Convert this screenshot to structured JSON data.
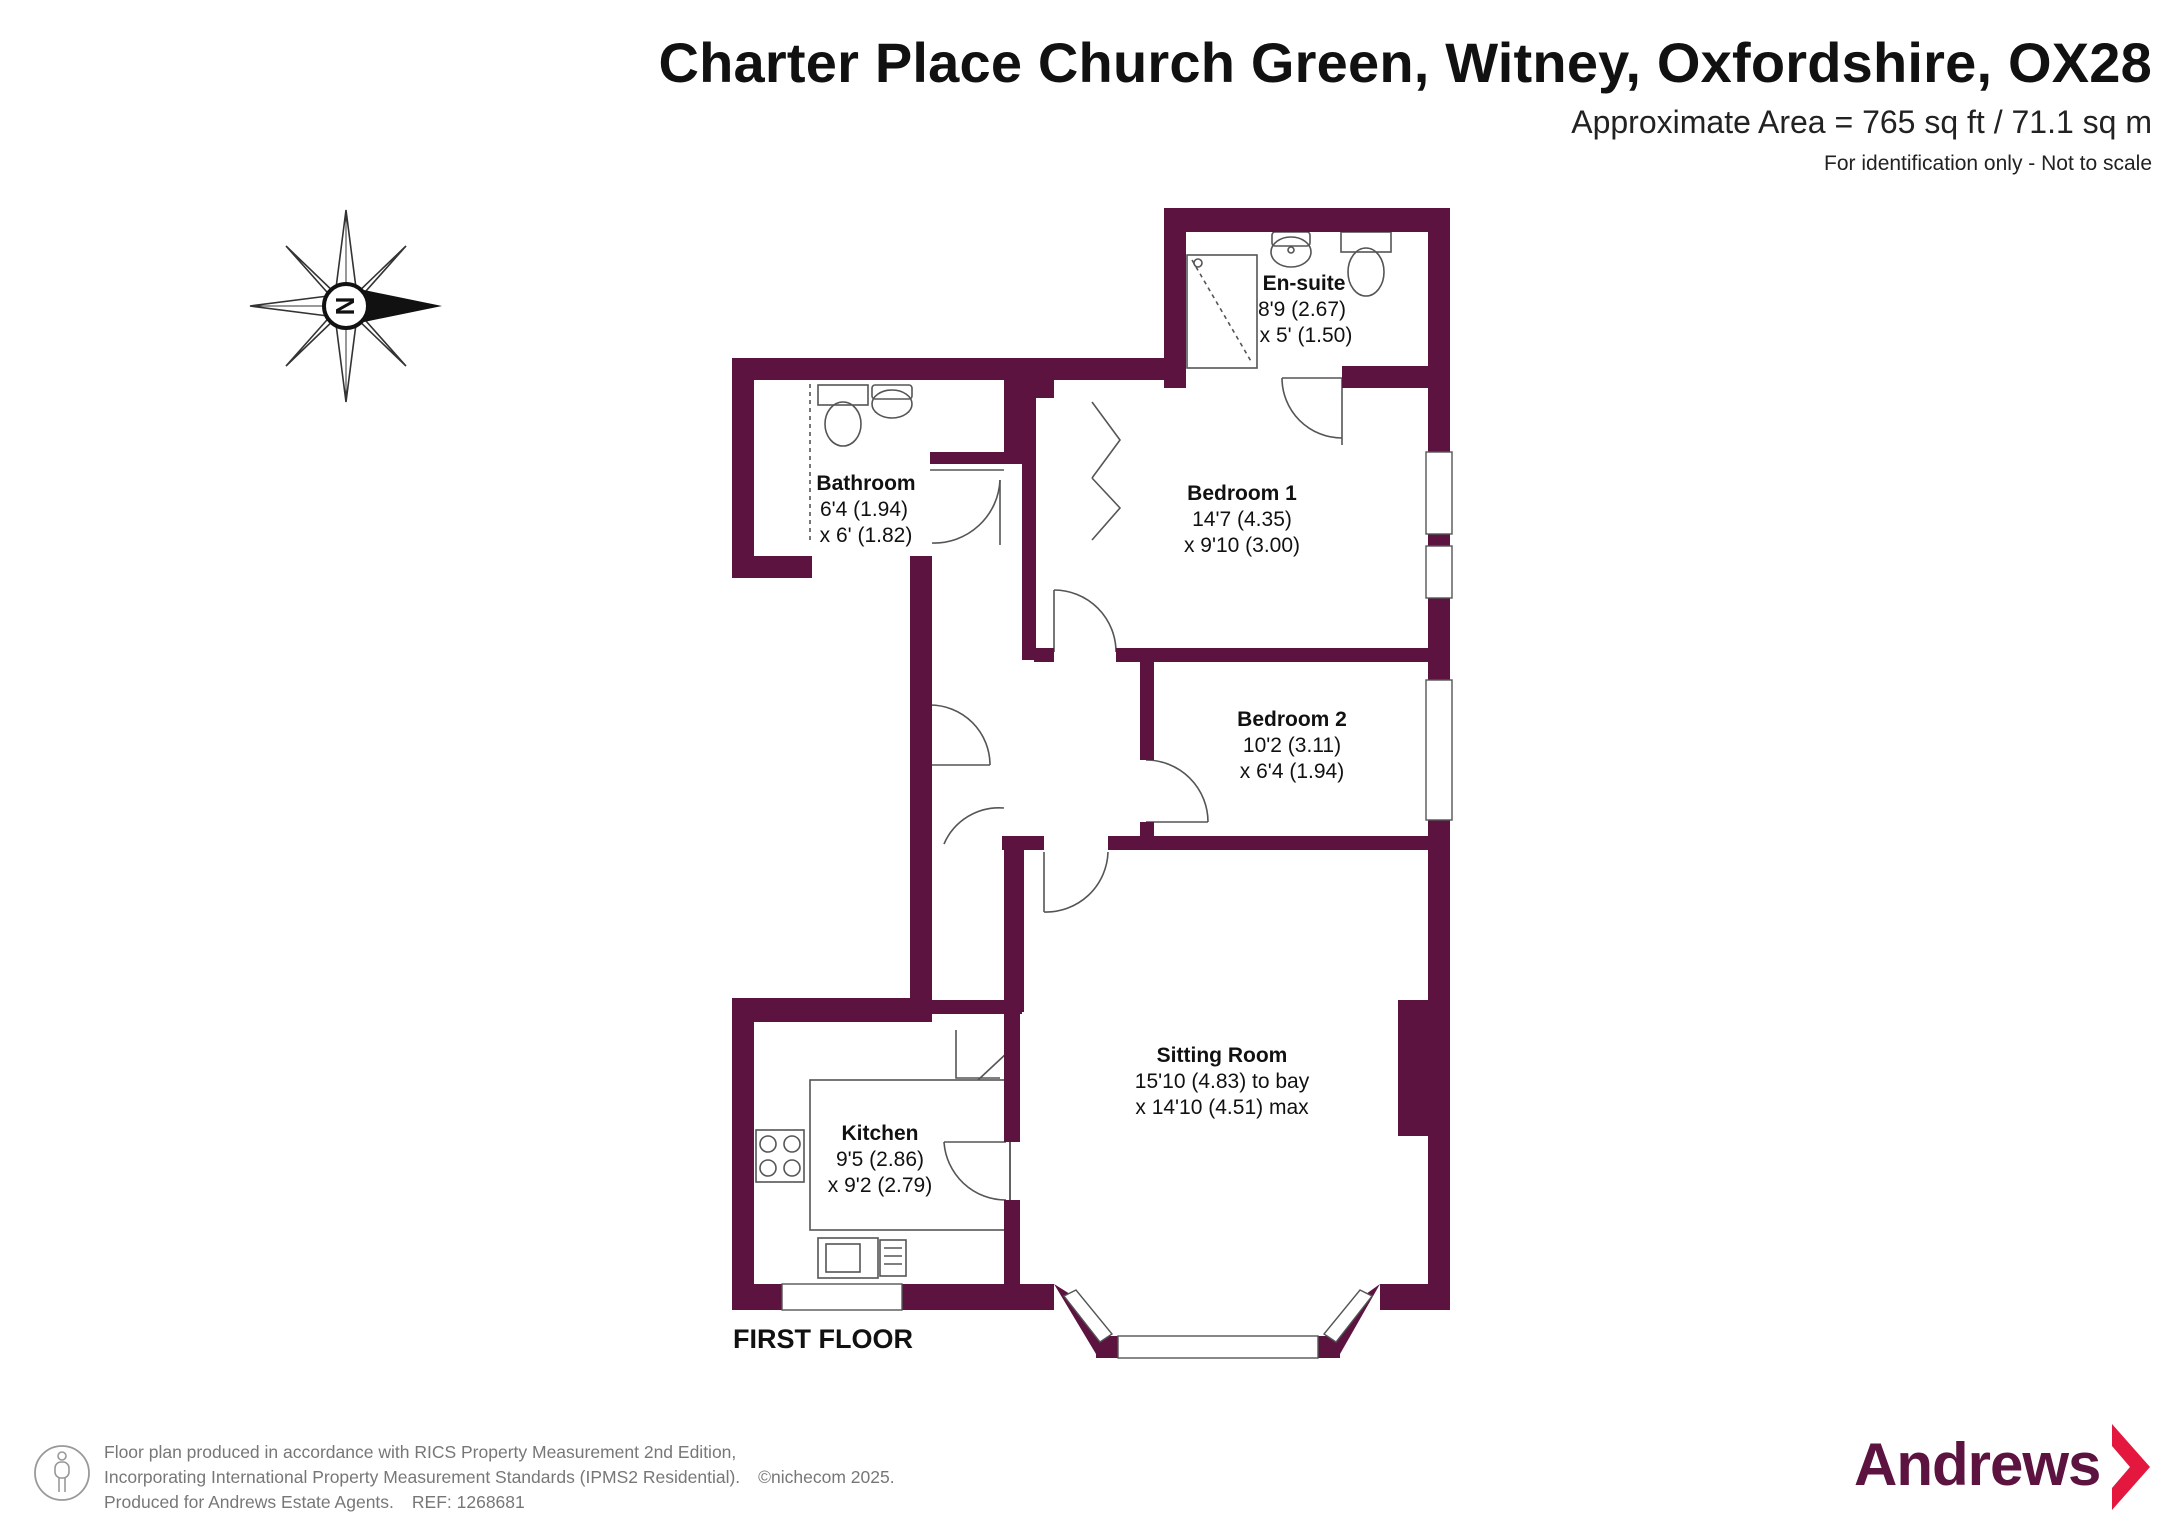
{
  "header": {
    "title": "Charter Place Church Green, Witney, Oxfordshire, OX28",
    "area": "Approximate Area = 765 sq ft / 71.1 sq m",
    "note": "For identification only - Not to scale"
  },
  "compass": {
    "label": "N"
  },
  "floor_label": "FIRST FLOOR",
  "rooms": [
    {
      "name": "En-suite",
      "dim1": "8'9 (2.67)",
      "dim2": "x 5' (1.50)"
    },
    {
      "name": "Bathroom",
      "dim1": "6'4 (1.94)",
      "dim2": "x 6' (1.82)"
    },
    {
      "name": "Bedroom 1",
      "dim1": "14'7 (4.35)",
      "dim2": "x 9'10 (3.00)"
    },
    {
      "name": "Bedroom 2",
      "dim1": "10'2 (3.11)",
      "dim2": "x 6'4 (1.94)"
    },
    {
      "name": "Sitting Room",
      "dim1": "15'10 (4.83) to bay",
      "dim2": "x 14'10 (4.51) max"
    },
    {
      "name": "Kitchen",
      "dim1": "9'5 (2.86)",
      "dim2": "x 9'2 (2.79)"
    }
  ],
  "footer": {
    "line1": "Floor plan produced in accordance with RICS Property Measurement 2nd Edition,",
    "line2": "Incorporating International Property Measurement Standards (IPMS2 Residential).",
    "copyright": "©nichecom 2025.",
    "line3": "Produced for Andrews Estate Agents.",
    "ref": "REF: 1268681"
  },
  "brand": {
    "name": "Andrews"
  },
  "colors": {
    "wall": "#5c1340",
    "brand_arrow": "#e4173e",
    "text": "#111111",
    "footer_text": "#777777"
  }
}
